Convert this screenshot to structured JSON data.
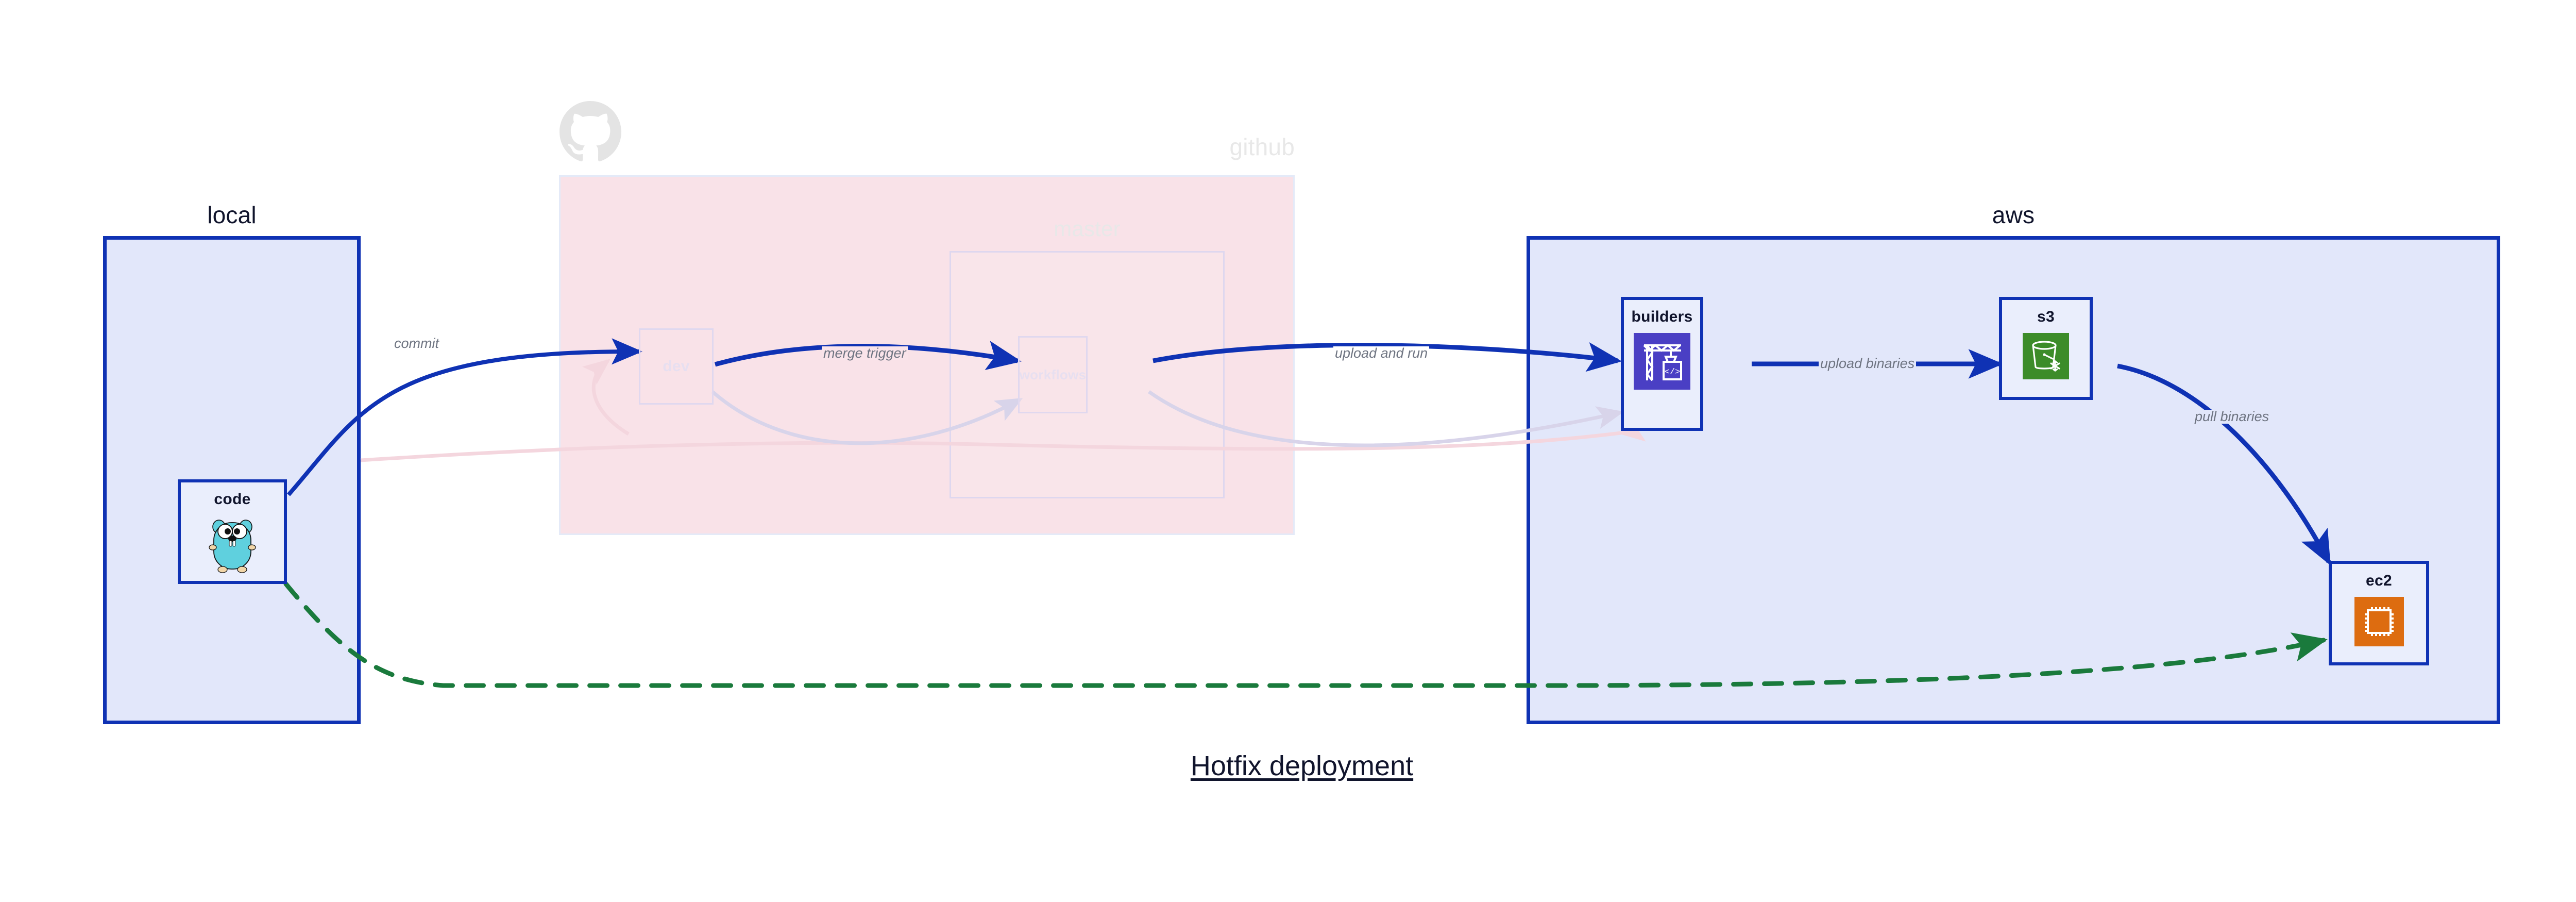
{
  "diagram": {
    "caption": "Hotfix deployment",
    "groups": [
      {
        "id": "local",
        "label": "local"
      },
      {
        "id": "github",
        "label": "github"
      },
      {
        "id": "aws",
        "label": "aws"
      }
    ],
    "subgroups": [
      {
        "id": "master",
        "label": "master",
        "parent": "github"
      }
    ],
    "nodes": [
      {
        "id": "code",
        "label": "code",
        "icon": "go-gopher-icon",
        "group": "local",
        "state": "active"
      },
      {
        "id": "dev",
        "label": "dev",
        "icon": "none",
        "group": "github",
        "state": "faded"
      },
      {
        "id": "workflows",
        "label": "workflows",
        "icon": "none",
        "group": "master",
        "state": "faded"
      },
      {
        "id": "builders",
        "label": "builders",
        "icon": "aws-codebuild-icon",
        "group": "aws",
        "state": "active"
      },
      {
        "id": "s3",
        "label": "s3",
        "icon": "aws-s3-glacier-icon",
        "group": "aws",
        "state": "active"
      },
      {
        "id": "ec2",
        "label": "ec2",
        "icon": "aws-ec2-icon",
        "group": "aws",
        "state": "active"
      }
    ],
    "edges": [
      {
        "id": "commit",
        "from": "code",
        "to": "dev",
        "label": "commit",
        "style": "solid",
        "color": "#0f32b4"
      },
      {
        "id": "merge-trigger",
        "from": "dev",
        "to": "workflows",
        "label": "merge trigger",
        "style": "solid",
        "color": "#0f32b4"
      },
      {
        "id": "upload-and-run",
        "from": "workflows",
        "to": "builders",
        "label": "upload and run",
        "style": "solid",
        "color": "#0f32b4"
      },
      {
        "id": "upload-binaries",
        "from": "builders",
        "to": "s3",
        "label": "upload binaries",
        "style": "solid",
        "color": "#0f32b4"
      },
      {
        "id": "pull-binaries",
        "from": "s3",
        "to": "ec2",
        "label": "pull binaries",
        "style": "solid",
        "color": "#0f32b4"
      },
      {
        "id": "hotfix-direct",
        "from": "code",
        "to": "ec2",
        "label": "",
        "style": "dashed",
        "color": "#1a7a3c"
      },
      {
        "id": "faded-return-a",
        "from": "dev",
        "to": "workflows",
        "label": "",
        "style": "solid",
        "color": "#d8d4ea"
      },
      {
        "id": "faded-return-b",
        "from": "workflows",
        "to": "builders",
        "label": "",
        "style": "solid",
        "color": "#d8d4ea"
      },
      {
        "id": "faded-return-c",
        "from": "builders",
        "to": "dev",
        "label": "",
        "style": "solid",
        "color": "#f4d6de"
      }
    ],
    "colors": {
      "accent_blue": "#0f32b4",
      "group_blue_fill": "#e2e7fa",
      "group_pink_fill": "#f9e2e8",
      "hotfix_green": "#1a7a3c",
      "codebuild_purple": "#4a3fc4",
      "s3_green": "#3c8c29",
      "ec2_orange": "#dd6c10",
      "gopher_cyan": "#5fd0de",
      "label_gray": "#6e7481",
      "text_dark": "#10142c",
      "faded_gray": "#e8e8e8"
    }
  }
}
